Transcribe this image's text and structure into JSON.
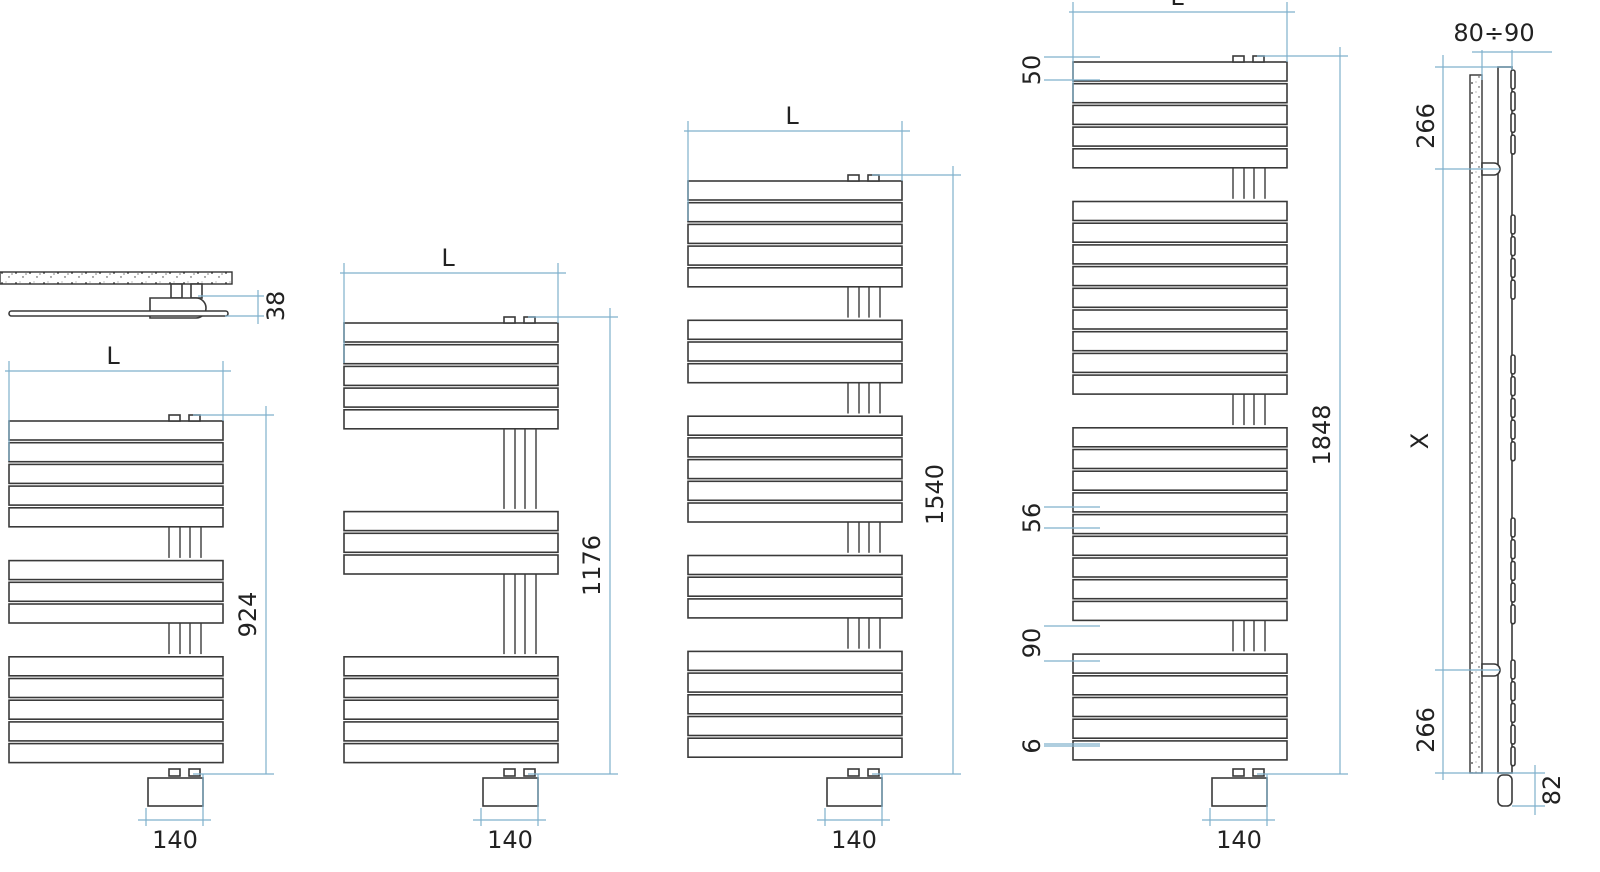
{
  "diagram": {
    "colors": {
      "dimension": "#7fb0cc",
      "outline": "#3a3a3a"
    },
    "plan_view": {
      "depth": "38"
    },
    "radiators": [
      {
        "width_label": "L",
        "height": "924",
        "valve_spacing": "140",
        "groups": [
          5,
          3,
          5
        ]
      },
      {
        "width_label": "L",
        "height": "1176",
        "valve_spacing": "140",
        "groups": [
          5,
          3,
          5
        ]
      },
      {
        "width_label": "L",
        "height": "1540",
        "valve_spacing": "140",
        "groups": [
          5,
          3,
          5,
          3,
          5
        ]
      },
      {
        "width_label": "L",
        "height": "1848",
        "valve_spacing": "140",
        "groups": [
          5,
          9,
          9,
          5
        ],
        "details": {
          "top_offset": "50",
          "panel_pitch": "56",
          "group_gap": "90",
          "panel_gap": "6"
        }
      }
    ],
    "side_view": {
      "wall_distance": "80÷90",
      "top_bracket": "266",
      "bracket_spacing": "X",
      "bottom_bracket": "266",
      "valve_height": "82"
    }
  }
}
